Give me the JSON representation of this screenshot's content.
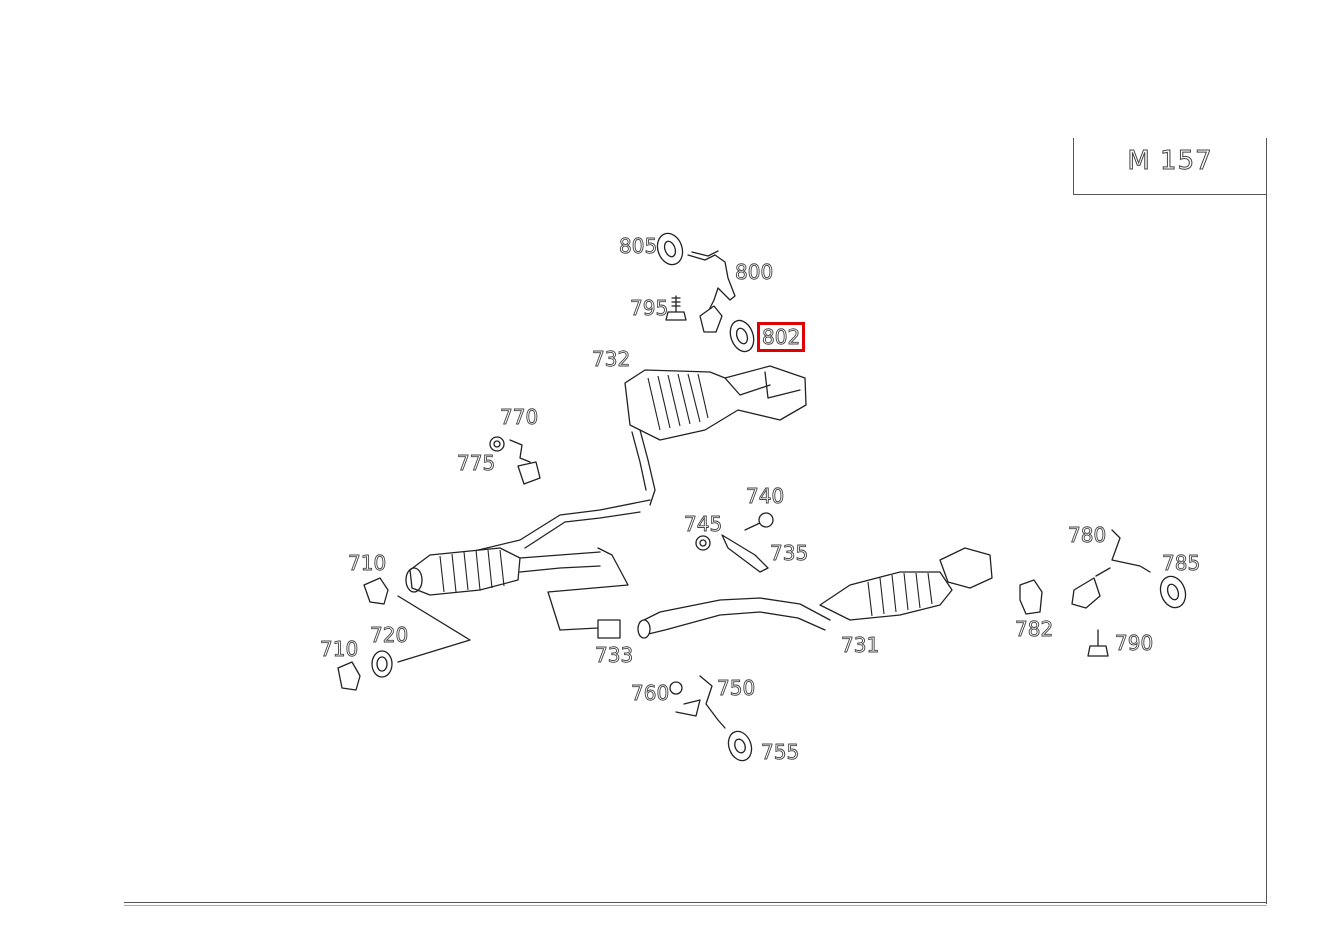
{
  "engine_code": "M 157",
  "selected_part": "802",
  "callouts": [
    {
      "id": "805",
      "label": "805"
    },
    {
      "id": "800",
      "label": "800"
    },
    {
      "id": "795",
      "label": "795"
    },
    {
      "id": "802",
      "label": "802"
    },
    {
      "id": "732",
      "label": "732"
    },
    {
      "id": "770",
      "label": "770"
    },
    {
      "id": "775",
      "label": "775"
    },
    {
      "id": "740",
      "label": "740"
    },
    {
      "id": "745",
      "label": "745"
    },
    {
      "id": "735",
      "label": "735"
    },
    {
      "id": "780",
      "label": "780"
    },
    {
      "id": "785",
      "label": "785"
    },
    {
      "id": "710a",
      "label": "710"
    },
    {
      "id": "782",
      "label": "782"
    },
    {
      "id": "790",
      "label": "790"
    },
    {
      "id": "720",
      "label": "720"
    },
    {
      "id": "710b",
      "label": "710"
    },
    {
      "id": "733",
      "label": "733"
    },
    {
      "id": "731",
      "label": "731"
    },
    {
      "id": "760",
      "label": "760"
    },
    {
      "id": "750",
      "label": "750"
    },
    {
      "id": "755",
      "label": "755"
    }
  ],
  "colors": {
    "highlight": "#e10000",
    "line": "#222222"
  }
}
